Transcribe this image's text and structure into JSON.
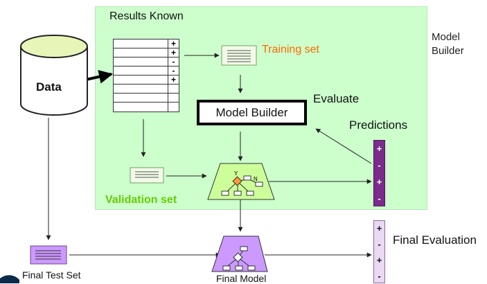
{
  "labels": {
    "results_known": "Results Known",
    "model_builder_side": "Model\nBuilder",
    "data": "Data",
    "training_set": "Training set",
    "evaluate": "Evaluate",
    "model_builder_box": "Model Builder",
    "predictions": "Predictions",
    "validation_set": "Validation set",
    "final_test_set": "Final Test Set",
    "final_model": "Final Model",
    "final_evaluation": "Final Evaluation"
  },
  "table_signs": [
    "+",
    "+",
    "-",
    "-",
    "+",
    "",
    "",
    ""
  ],
  "predictions_signs": [
    "+",
    "-",
    "+",
    "-"
  ],
  "final_signs": [
    "+",
    "-",
    "+",
    "-"
  ],
  "colors": {
    "green_area": "#ccffcc",
    "training_text": "#ff6600",
    "validation_text": "#66cc00",
    "predictions_bar": "#7a2b8c",
    "final_bar": "#e9d9f3",
    "doc_purple": "#cc99ff",
    "doc_green": "#ccff99"
  }
}
